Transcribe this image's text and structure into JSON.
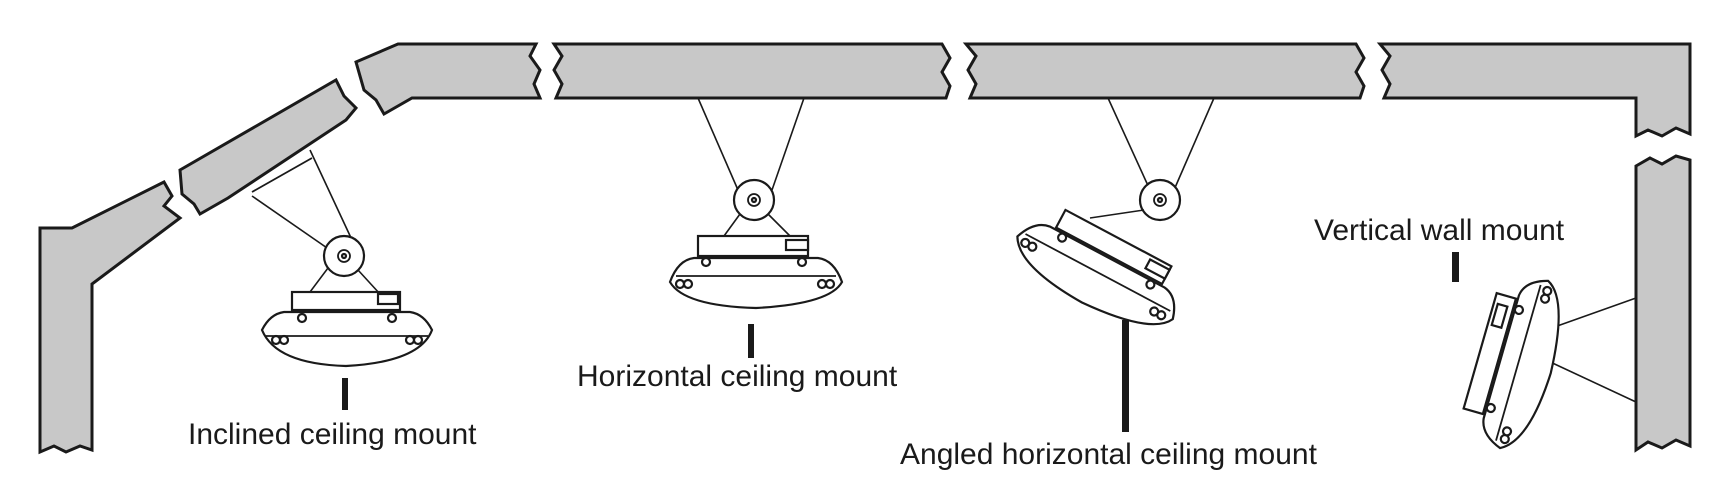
{
  "labels": {
    "inclined": "Inclined ceiling mount",
    "horizontal": "Horizontal ceiling mount",
    "angled": "Angled horizontal ceiling mount",
    "vertical": "Vertical wall mount"
  },
  "colors": {
    "structure_fill": "#c8c8c8",
    "line": "#1a1a1a",
    "background": "#ffffff"
  }
}
